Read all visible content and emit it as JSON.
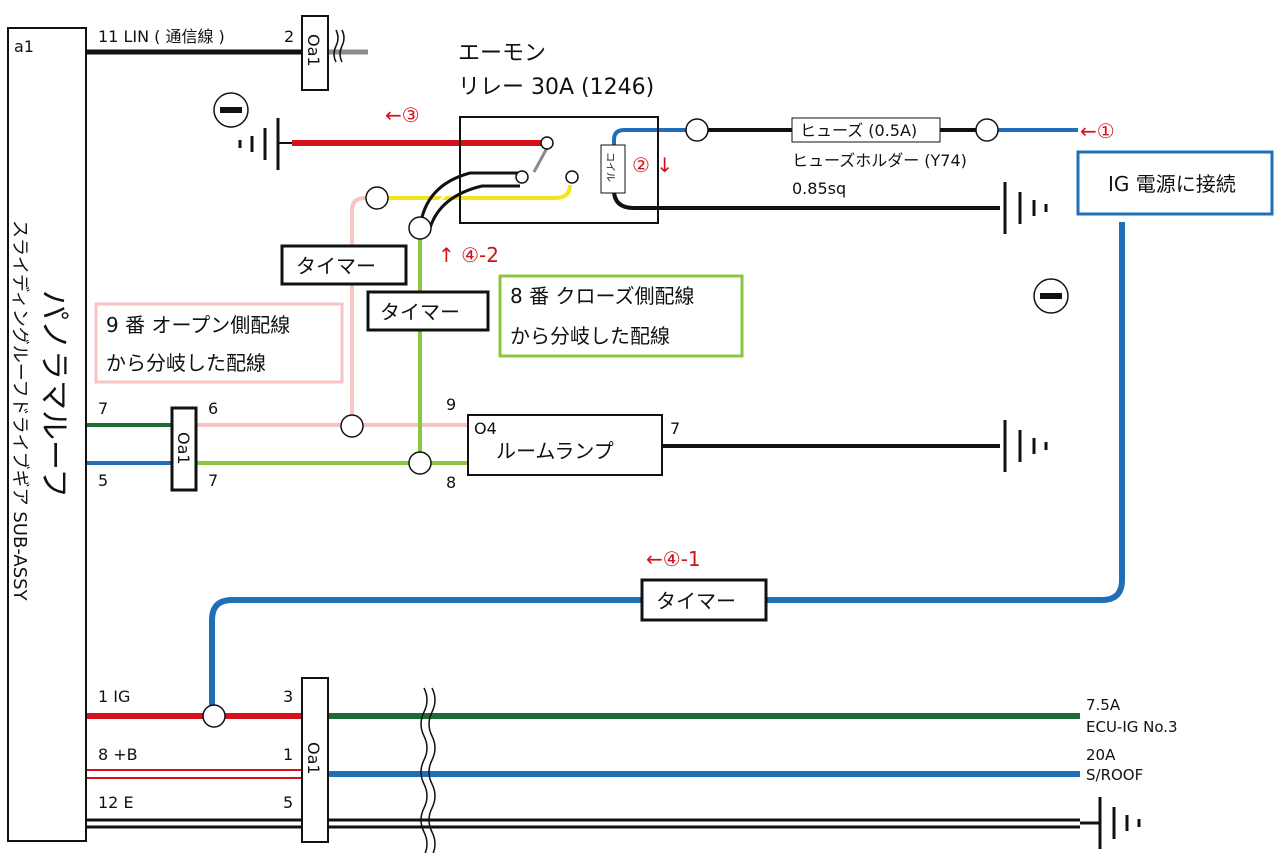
{
  "colors": {
    "black": "#111111",
    "red": "#d5121b",
    "blue": "#1f6fb8",
    "green": "#1d6b35",
    "light_green": "#8cc63f",
    "pink": "#f7c3c3",
    "yellow": "#f2e51b",
    "gray": "#8c8c8c",
    "box_blue": "#1f6fb8"
  },
  "gear": {
    "id": "a1",
    "title": "パノラマルーフ",
    "subtitle": "スライディングルーフドライブギア SUB-ASSY"
  },
  "top": {
    "lin_label": "11 LIN ( 通信線 )",
    "pin": "2",
    "connector": "Oa1"
  },
  "relay": {
    "title_line1": "エーモン",
    "title_line2": "リレー 30A (1246)",
    "coil": "コイル",
    "step3": "←③",
    "step2": "② ↓",
    "step4_2": "↑ ④-2"
  },
  "fuse": {
    "label": "ヒューズ (0.5A)",
    "holder": "ヒューズホルダー (Y74)",
    "wire": "0.85sq",
    "step1": "←①"
  },
  "ig": {
    "box": "IG 電源に接続"
  },
  "timers": {
    "t1": "タイマー",
    "t2": "タイマー",
    "t3": "タイマー",
    "step4_1": "←④-1"
  },
  "notes": {
    "open_line1": "9 番 オープン側配線",
    "open_line2": "から分岐した配線",
    "close_line1": "8 番 クローズ側配線",
    "close_line2": "から分岐した配線"
  },
  "mid": {
    "pin_left_top": "7",
    "pin_left_bottom": "5",
    "conn": "Oa1",
    "pin_right_top": "6",
    "pin_right_bottom": "7"
  },
  "lamp": {
    "id": "O4",
    "name": "ルームランプ",
    "pin_top": "9",
    "pin_bottom": "8",
    "pin_out": "7"
  },
  "bottom": {
    "ig_label": "1 IG",
    "b_label": "8 +B",
    "e_label": "12 E",
    "pin3": "3",
    "pin1": "1",
    "pin5": "5",
    "conn": "Oa1",
    "fuse1_amp": "7.5A",
    "fuse1_name": "ECU-IG No.3",
    "fuse2_amp": "20A",
    "fuse2_name": "S/ROOF"
  }
}
